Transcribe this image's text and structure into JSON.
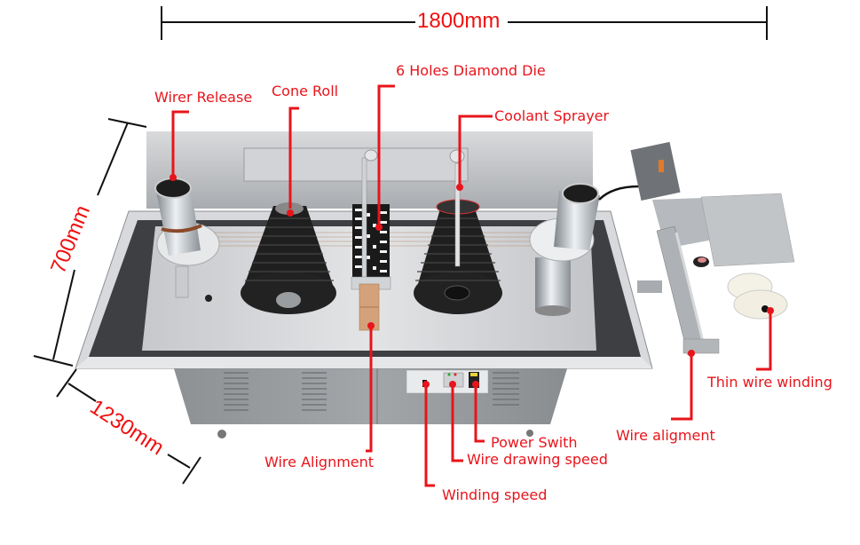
{
  "diagram": {
    "title": "Wire drawing machine with dimension and component callouts",
    "colors": {
      "callout": "#e8141b",
      "dimension_line": "#111111",
      "dimension_text": "#f01010",
      "steel": "#b8bbbf",
      "cone": "#1f1f1f",
      "copper": "#d4a27a"
    },
    "dimensions": {
      "width": "1800mm",
      "depth": "700mm",
      "height": "1230mm"
    },
    "callouts": [
      {
        "id": "wirer-release",
        "label": "Wirer Release"
      },
      {
        "id": "cone-roll",
        "label": "Cone Roll"
      },
      {
        "id": "diamond-die",
        "label": "6 Holes Diamond Die"
      },
      {
        "id": "coolant-sprayer",
        "label": "Coolant Sprayer"
      },
      {
        "id": "wire-alignment",
        "label": "Wire Alignment"
      },
      {
        "id": "power-switch",
        "label": "Power Swith"
      },
      {
        "id": "wire-drawing-speed",
        "label": "Wire drawing speed"
      },
      {
        "id": "winding-speed",
        "label": "Winding speed"
      },
      {
        "id": "thin-wire-winding",
        "label": "Thin wire winding"
      },
      {
        "id": "wire-aligment-right",
        "label": "Wire aligment"
      }
    ]
  }
}
